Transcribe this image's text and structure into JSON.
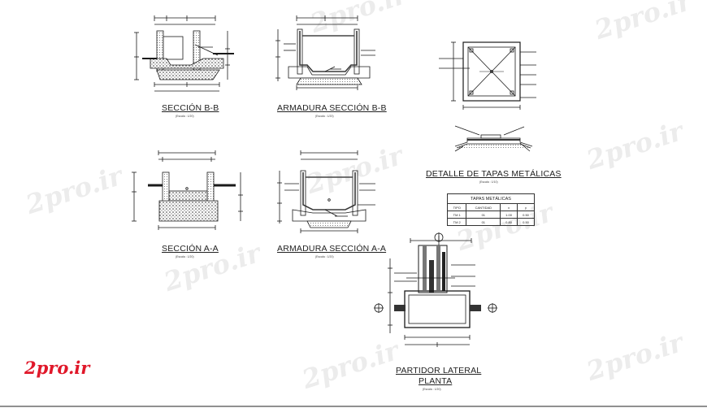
{
  "titles": {
    "seccion_bb": "SECCIÓN B-B",
    "armadura_bb": "ARMADURA SECCIÓN B-B",
    "seccion_aa": "SECCIÓN A-A",
    "armadura_aa": "ARMADURA SECCIÓN A-A",
    "detalle_tapas": "DETALLE DE TAPAS METÁLICAS",
    "partidor_line1": "PARTIDOR LATERAL",
    "partidor_line2": "PLANTA"
  },
  "scales": {
    "bb": "(Escala : 1/20)",
    "arm_bb": "(Escala : 1/20)",
    "aa": "(Escala : 1/20)",
    "arm_aa": "(Escala : 1/20)",
    "tapas": "(Escala : 1/10)",
    "planta": "(Escala : 1/20)"
  },
  "table": {
    "title": "TAPAS METÁLICAS",
    "headers": [
      "TIPO",
      "CANTIDAD",
      "x",
      "y"
    ],
    "rows": [
      [
        "TM 1",
        "01",
        "1.00",
        "0.50"
      ],
      [
        "TM 2",
        "01",
        "0.80",
        "0.50"
      ]
    ]
  },
  "watermark": "2pro.ir",
  "logo": "2pro.ir",
  "colors": {
    "line": "#1a1a1a",
    "hatch": "#555555",
    "logo": "#e0182a",
    "watermark": "#c8c8c8"
  }
}
